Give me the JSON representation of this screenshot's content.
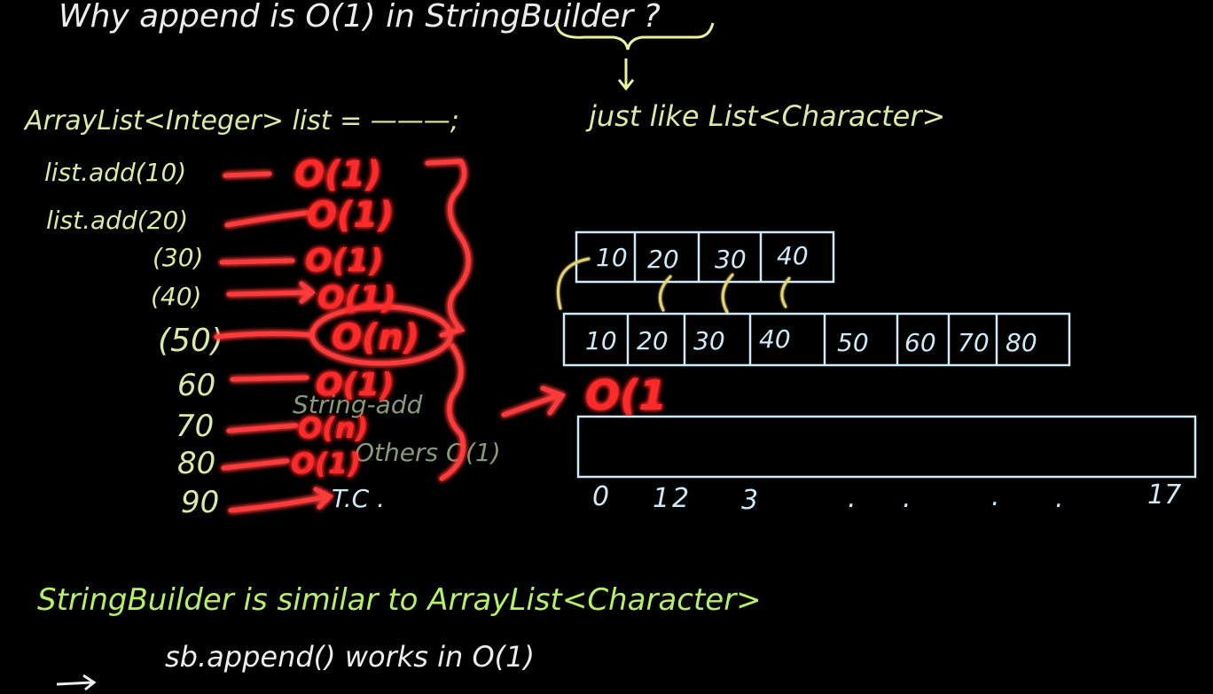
{
  "title": {
    "line": "Why append is O(1) in StringBuilder ?",
    "brace_note": "just like List<Character>"
  },
  "code": {
    "declaration": "ArrayList<Integer> list = ———;",
    "calls": [
      "list.add(10)",
      "list.add(20)",
      "(30)",
      "(40)",
      "(50)",
      "60",
      "70",
      "80",
      "90"
    ],
    "complexities": [
      "O(1)",
      "O(1)",
      "O(1)",
      "O(1)",
      "O(n)",
      "O(1)",
      "O(n)",
      "O(1)"
    ],
    "faded_notes": [
      "String-add",
      "Others O(1)",
      "T.C ."
    ]
  },
  "arrays": {
    "small": [
      "10",
      "20",
      "30",
      "40"
    ],
    "doubled": [
      "10",
      "20",
      "30",
      "40",
      "50",
      "60",
      "70",
      "80"
    ],
    "big_indices": [
      "0",
      "1",
      "2",
      "3",
      ".",
      ".",
      ".",
      ".",
      "17"
    ],
    "resize_complexity": "O(1"
  },
  "conclusion": {
    "line1": "StringBuilder is similar to ArrayList<Character>",
    "line2": "sb.append() works in O(1)"
  },
  "colors": {
    "background": "#000000",
    "chalk_white": "#ececec",
    "chalk_blue": "#cfe9f7",
    "chalk_yellow": "#d9e9a6",
    "chalk_green": "#b6f06a",
    "neon_red": "#ff2a2a"
  }
}
